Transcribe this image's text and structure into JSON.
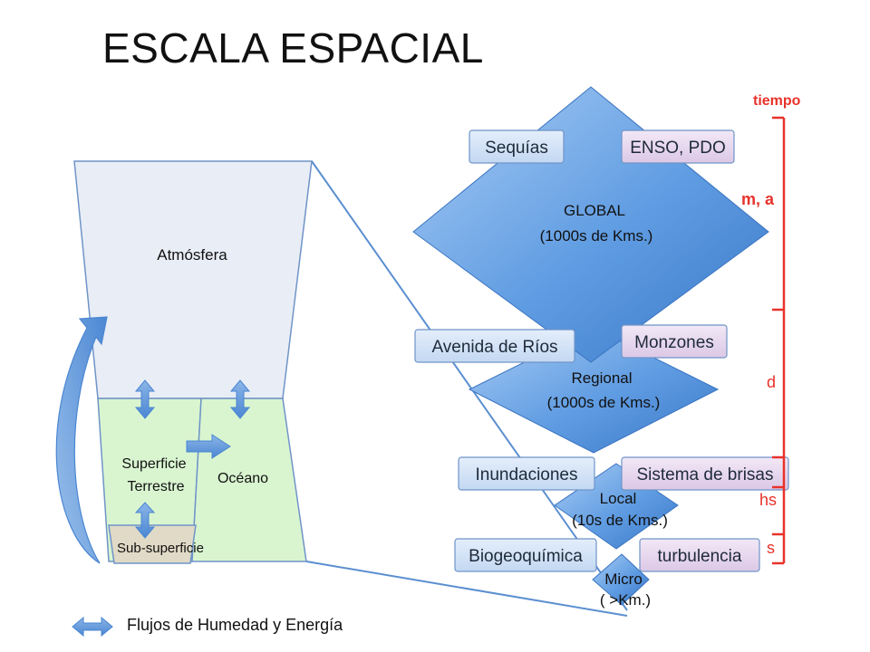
{
  "title": "ESCALA ESPACIAL",
  "earth_system": {
    "atmosphere": "Atmósfera",
    "land_surface_line1": "Superficie",
    "land_surface_line2": "Terrestre",
    "ocean": "Océano",
    "subsurface": "Sub-superficie"
  },
  "scales": {
    "global_line1": "GLOBAL",
    "global_line2": "(1000s de Kms.)",
    "regional_line1": "Regional",
    "regional_line2": "(1000s de Kms.)",
    "local_line1": "Local",
    "local_line2": "(10s de Kms.)",
    "micro_line1": "Micro",
    "micro_line2": "( >Km.)"
  },
  "phenomena": {
    "sequias": "Sequías",
    "enso": "ENSO, PDO",
    "avenida": "Avenida de Ríos",
    "monzones": "Monzones",
    "inundaciones": "Inundaciones",
    "brisas": "Sistema de brisas",
    "biogeoquimica": "Biogeoquímica",
    "turbulencia": "turbulencia"
  },
  "time_axis": {
    "label": "tiempo",
    "ma": "m, a",
    "d": "d",
    "hs": "hs",
    "s": "s",
    "color": "#e8322b"
  },
  "legend": {
    "text": "Flujos de Humedad y Energía"
  },
  "colors": {
    "atmosphere_fill": "#e9edf5",
    "surface_fill": "#d9f5d0",
    "subsurface_fill": "#e0dac6",
    "arrow_fill": "#5b93d6",
    "diamond_fill": "#4f8fdc",
    "blue_box_fill": "#cfe0f5",
    "pink_box_fill": "#e6d7ee"
  }
}
